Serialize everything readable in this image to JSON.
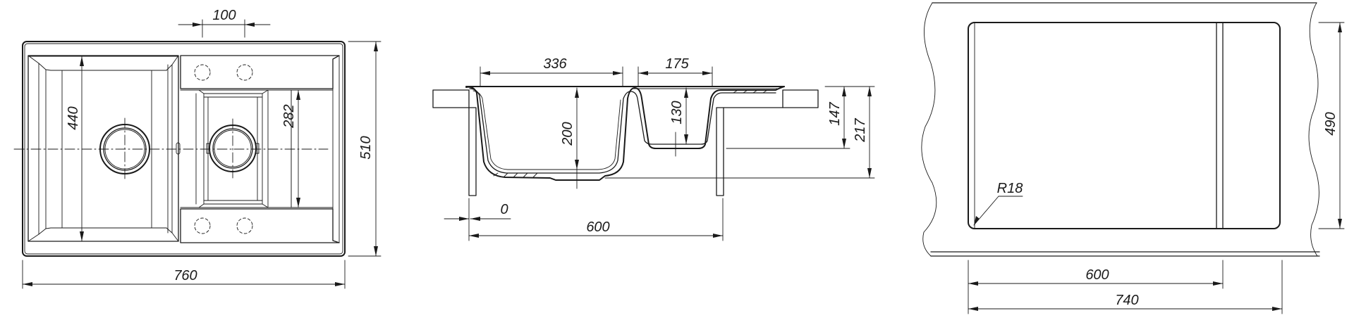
{
  "drawing": {
    "title": "Double bowl kitchen sink technical drawing",
    "line_color": "#1a1a1a",
    "background": "#ffffff"
  },
  "plan_view": {
    "dimensions": {
      "tap_hole_spacing": "100",
      "large_bowl_length": "440",
      "small_bowl_length": "282",
      "overall_depth": "510",
      "overall_width": "760"
    }
  },
  "section_view": {
    "dimensions": {
      "large_bowl_width": "336",
      "small_bowl_width": "175",
      "large_bowl_depth": "200",
      "small_bowl_depth": "130",
      "small_bowl_total_depth": "147",
      "large_bowl_total_depth": "217",
      "cabinet_offset": "0",
      "cabinet_width": "600"
    }
  },
  "cutout_view": {
    "dimensions": {
      "cutout_depth": "490",
      "corner_radius": "R18",
      "min_cabinet_width": "600",
      "cutout_width": "740"
    }
  }
}
